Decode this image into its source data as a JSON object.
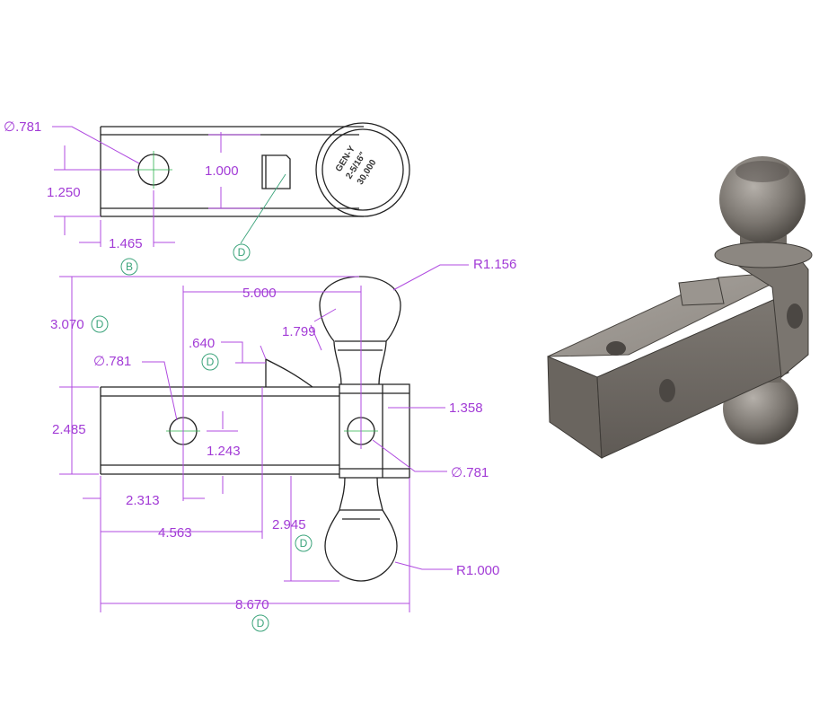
{
  "dimensions": {
    "top_hole_dia": "∅.781",
    "top_width": "1.250",
    "top_slot_width": "1.000",
    "top_hole_offset": "1.465",
    "side_ball_offset": "5.000",
    "big_ball_radius": "R1.156",
    "height_to_ball": "3.070",
    "ball_neck": "1.799",
    "lip": ".640",
    "side_hole_left_dia": "∅.781",
    "shank_height": "2.485",
    "hole_center_height": "1.243",
    "wall_thickness": "1.358",
    "side_hole_right_dia": "∅.781",
    "hole_from_end": "2.313",
    "lip_position": "4.563",
    "lower_ball_height": "2.945",
    "small_ball_radius": "R1.000",
    "overall_length": "8.670"
  },
  "tags": {
    "top_view_slot": "D",
    "top_view": "B",
    "height": "D",
    "lip": "D",
    "lower_ball": "D",
    "overall": "D"
  },
  "ball_stamp": {
    "line1": "GEN-Y",
    "line2": "2-5/16\"",
    "line3": "30,000"
  },
  "colors": {
    "dimension": "#a23bd6",
    "tag": "#3aa37a",
    "outline": "#222222",
    "render_body": "#8f8a84"
  }
}
